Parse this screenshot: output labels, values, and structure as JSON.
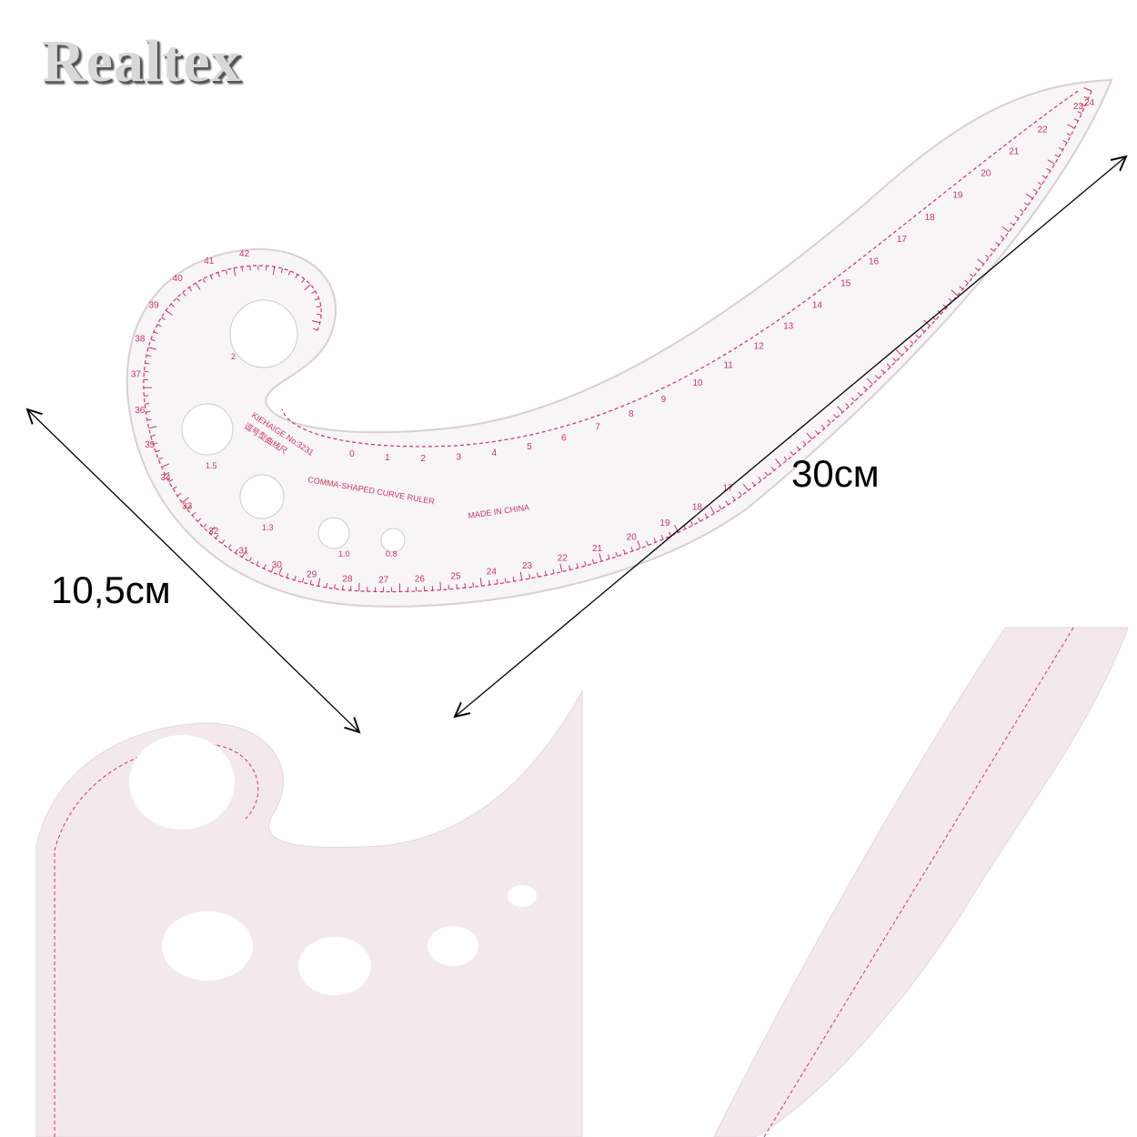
{
  "brand": {
    "logo_text": "Realtex"
  },
  "dimensions": {
    "length": "30см",
    "width": "10,5см"
  },
  "ruler": {
    "maker": "KIEHAIGE No:3231",
    "chinese_name": "逗号型曲线尺",
    "name": "COMMA-SHAPED CURVE RULER",
    "origin": "MADE IN CHINA",
    "hole_labels": [
      "2",
      "1.5",
      "1.3",
      "1.0",
      "0.8"
    ],
    "inner_scale": [
      "0",
      "1",
      "2",
      "3",
      "4",
      "5",
      "6",
      "7",
      "8",
      "9",
      "10",
      "11",
      "12",
      "13",
      "14",
      "15",
      "16",
      "17",
      "18",
      "19",
      "20",
      "21",
      "22"
    ],
    "outer_scale": [
      "42",
      "41",
      "40",
      "39",
      "38",
      "37",
      "36",
      "35",
      "34",
      "33",
      "32",
      "31",
      "30",
      "29",
      "28",
      "27",
      "26",
      "25",
      "24",
      "23",
      "22",
      "21",
      "20",
      "19",
      "18",
      "17"
    ],
    "tip_scale": [
      "23",
      "24"
    ]
  },
  "colors": {
    "scale": "#d0345a",
    "ruler_fill": "#f6f3f5",
    "inset_fill": "#f2e6ea"
  }
}
